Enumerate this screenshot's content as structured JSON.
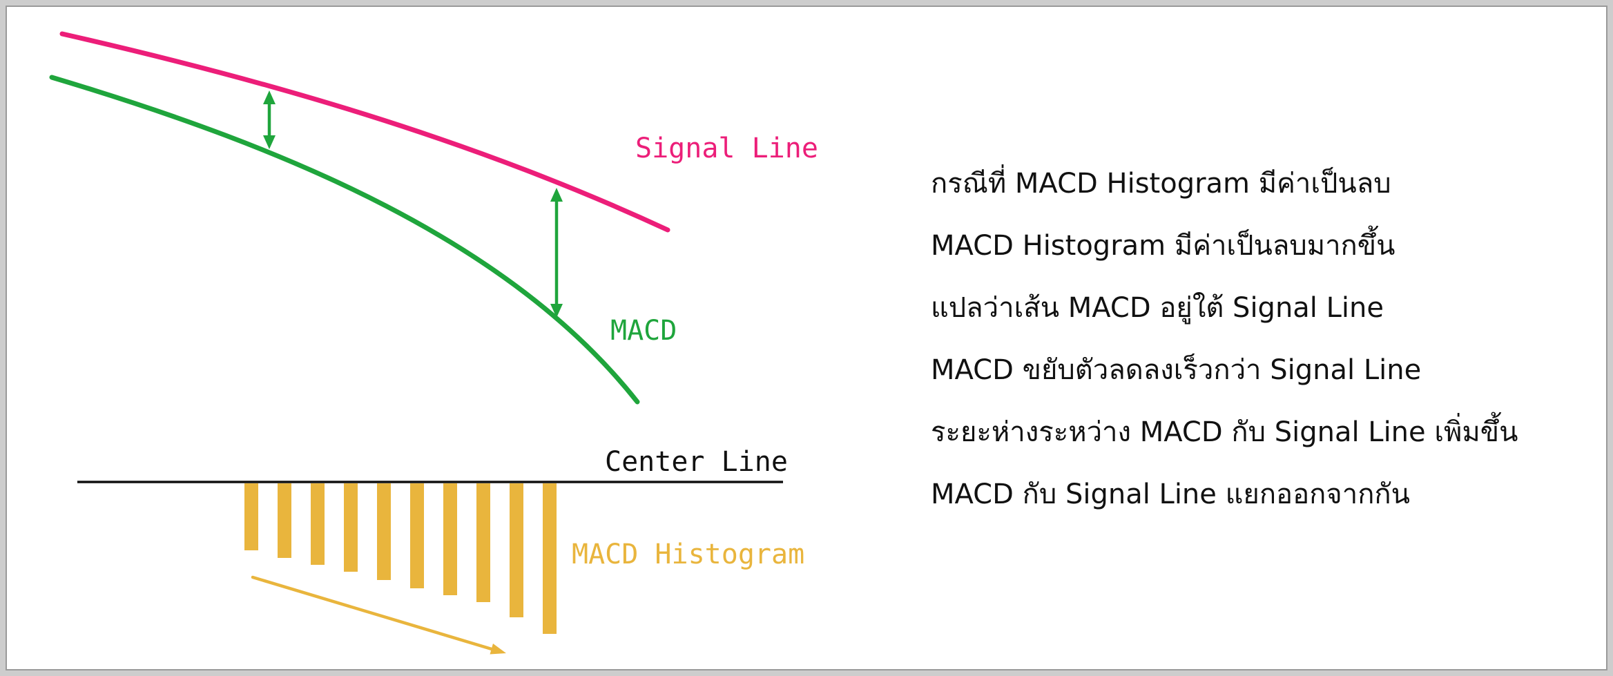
{
  "diagram": {
    "labels": {
      "signal_line": "Signal Line",
      "macd": "MACD",
      "center_line": "Center Line",
      "macd_histogram": "MACD Histogram"
    },
    "colors": {
      "signal_line": "#EC1E79",
      "macd_line": "#1FA53C",
      "histogram": "#E9B53D",
      "text": "#111111"
    }
  },
  "chart_data": {
    "type": "bar",
    "title": "MACD Histogram",
    "baseline_label": "Center Line",
    "values": [
      -97,
      -108,
      -118,
      -128,
      -140,
      -152,
      -162,
      -172,
      -194,
      -218
    ]
  },
  "annotation": {
    "language": "th",
    "lines": [
      "กรณีที่ MACD Histogram มีค่าเป็นลบ",
      "MACD Histogram มีค่าเป็นลบมากขึ้น",
      "แปลว่าเส้น MACD อยู่ใต้ Signal Line",
      "MACD ขยับตัวลดลงเร็วกว่า Signal Line",
      "ระยะห่างระหว่าง MACD กับ Signal Line เพิ่มขึ้น",
      "MACD กับ Signal Line แยกออกจากกัน"
    ]
  }
}
